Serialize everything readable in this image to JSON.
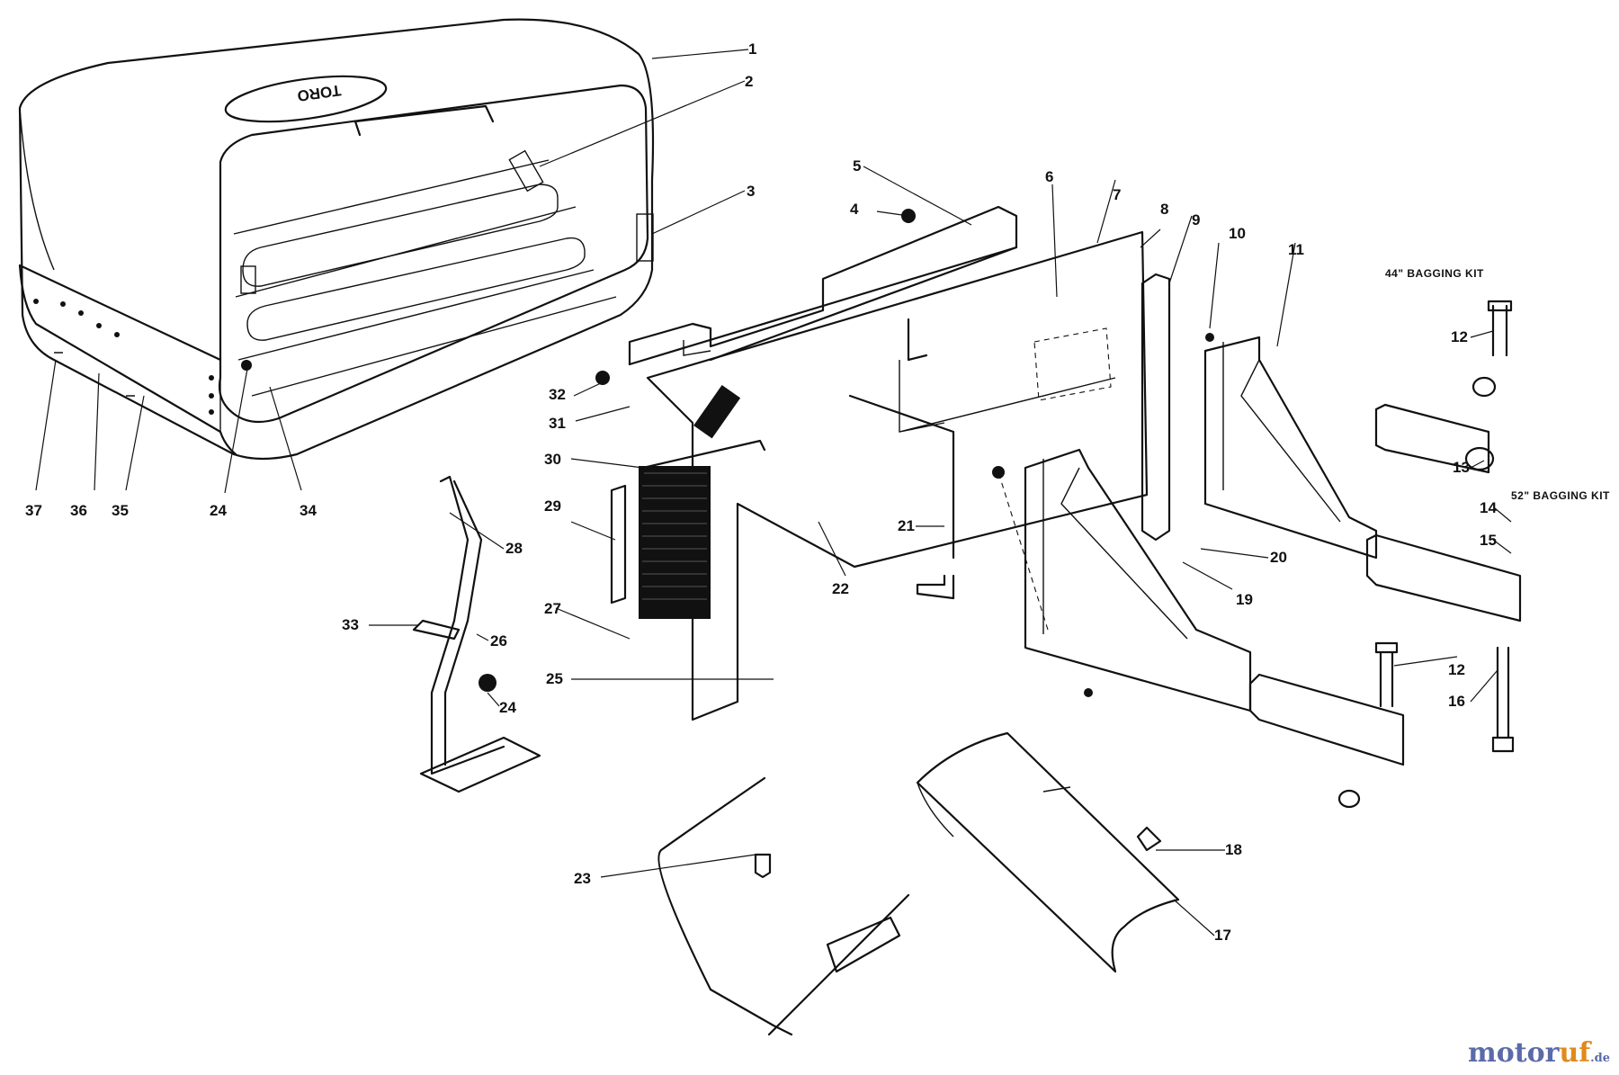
{
  "logo_text": "TORO",
  "kit_labels": {
    "kit44": "44\" BAGGING KIT",
    "kit52": "52\" BAGGING KIT"
  },
  "callouts": [
    "1",
    "2",
    "3",
    "4",
    "5",
    "6",
    "7",
    "8",
    "9",
    "10",
    "11",
    "12",
    "12",
    "13",
    "14",
    "15",
    "16",
    "17",
    "18",
    "19",
    "20",
    "21",
    "22",
    "23",
    "24",
    "24",
    "25",
    "26",
    "27",
    "28",
    "29",
    "30",
    "31",
    "32",
    "33",
    "34",
    "35",
    "36",
    "37"
  ],
  "watermark": {
    "brand_a": "motor",
    "brand_b": "uf",
    "suffix": ".de"
  }
}
